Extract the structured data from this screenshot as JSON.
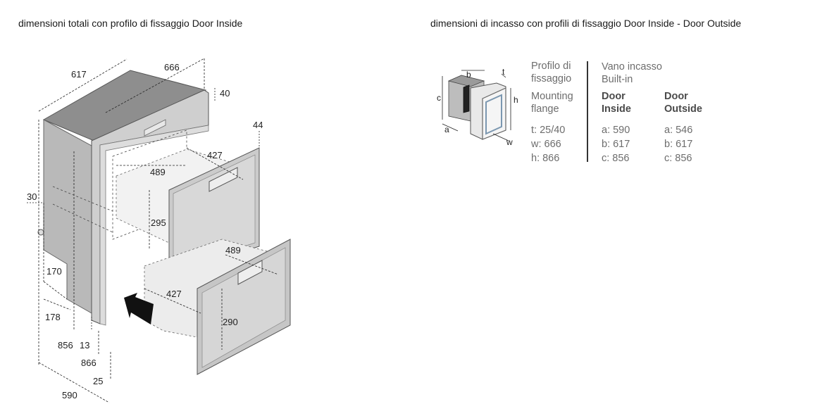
{
  "captions": {
    "left": "dimensioni totali con profilo di fissaggio Door Inside",
    "right": "dimensioni di incasso con profili di fissaggio Door Inside - Door Outside"
  },
  "drawing_labels": {
    "d617": "617",
    "d666": "666",
    "d40": "40",
    "d44": "44",
    "d427a": "427",
    "d489a": "489",
    "d295": "295",
    "d489b": "489",
    "d427b": "427",
    "d290": "290",
    "d30": "30",
    "d170": "170",
    "d178": "178",
    "d856": "856",
    "d13": "13",
    "d866": "866",
    "d25": "25",
    "d590": "590"
  },
  "mini_labels": {
    "a": "a",
    "b": "b",
    "c": "c",
    "t": "t",
    "h": "h",
    "w": "w"
  },
  "spec_table": {
    "profile_header": [
      "Profilo di",
      "fissaggio"
    ],
    "mounting_header": [
      "Mounting",
      "flange"
    ],
    "profile_values": [
      "t:   25/40",
      "w:  666",
      "h:   866"
    ],
    "builtin_header": [
      "Vano incasso",
      "Built-in"
    ],
    "door_inside_header": [
      "Door",
      "Inside"
    ],
    "door_outside_header": [
      "Door",
      "Outside"
    ],
    "door_inside_values": [
      "a: 590",
      "b: 617",
      "c: 856"
    ],
    "door_outside_values": [
      "a: 546",
      "b: 617",
      "c: 856"
    ]
  }
}
